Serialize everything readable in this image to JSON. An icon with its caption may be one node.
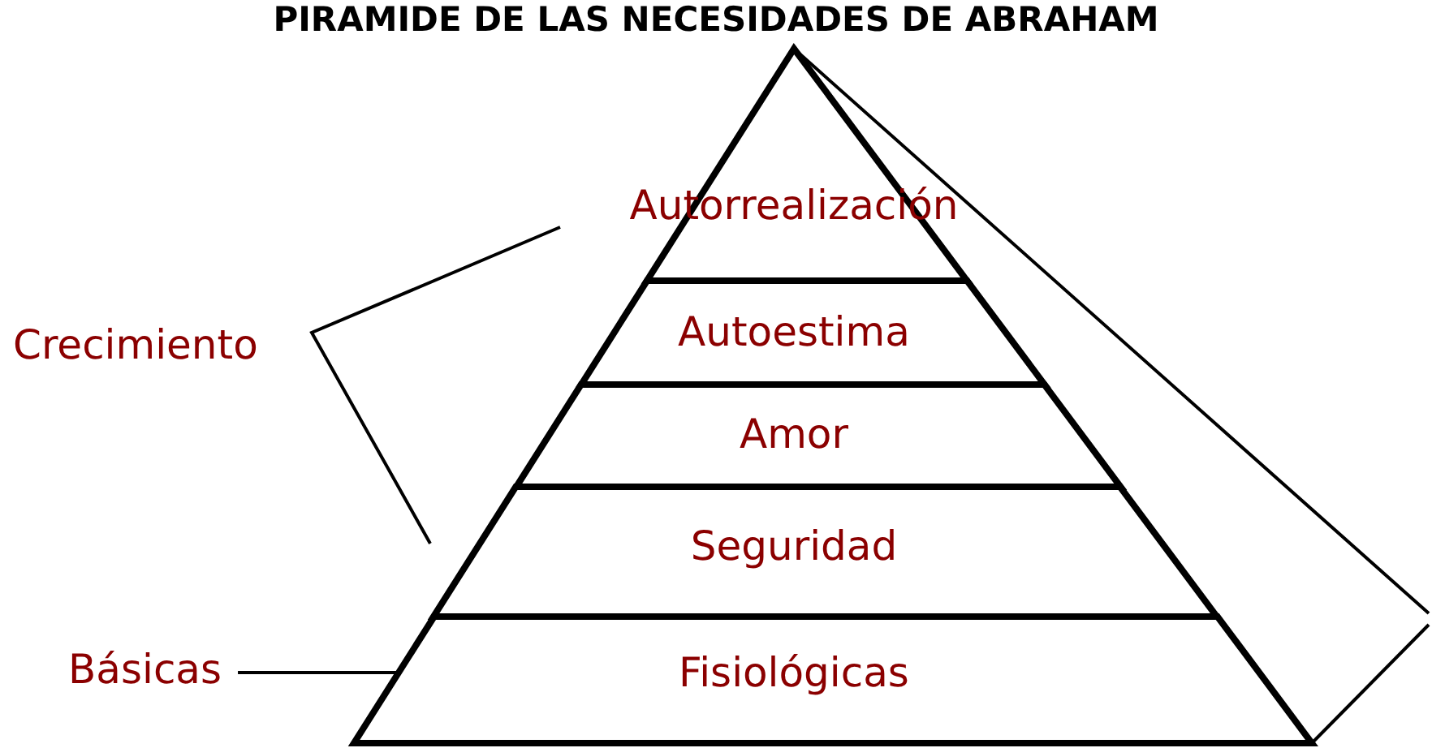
{
  "diagram": {
    "title": "PIRAMIDE DE LAS NECESIDADES DE ABRAHAM",
    "nodes": [
      {
        "text": [
          "Autorrealización"
        ]
      },
      {
        "text": [
          "Autoestima"
        ]
      },
      {
        "text": [
          "Amor"
        ]
      },
      {
        "text": [
          "Seguridad"
        ]
      },
      {
        "text": [
          "Fisiológicas"
        ]
      },
      {
        "text": [
          "Básicas"
        ]
      }
    ],
    "edges": [
      {
        "from": 5,
        "to": 4,
        "arrow": "none"
      }
    ],
    "labels": [
      "Crecimiento"
    ]
  }
}
